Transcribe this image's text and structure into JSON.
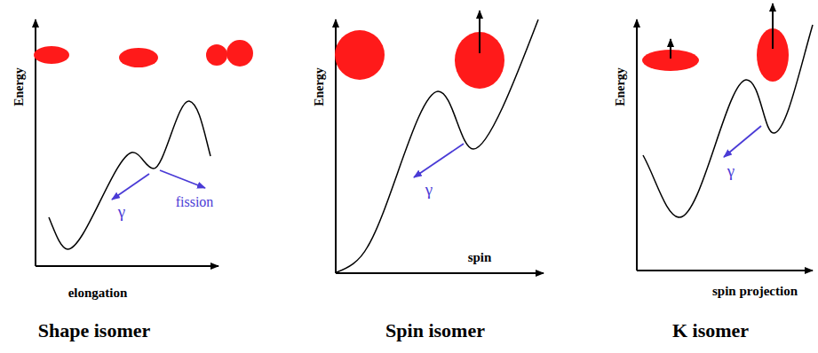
{
  "diagram": {
    "labels": [
      "Energy",
      "γ",
      "fission",
      "elongation",
      "Shape isomer",
      "Energy",
      "γ",
      "spin",
      "Spin isomer",
      "Energy",
      "γ",
      "spin projection",
      "K isomer"
    ]
  }
}
